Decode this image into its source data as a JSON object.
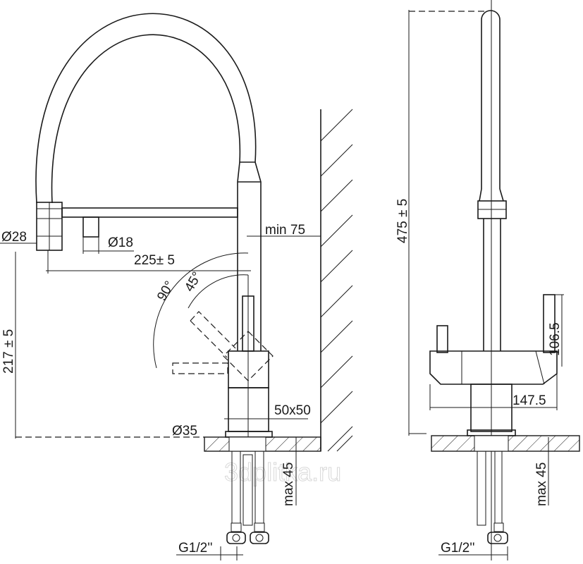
{
  "drawing": {
    "watermark": "3dplitka.ru",
    "side_view": {
      "dim_head_diameter": "Ø28",
      "dim_nozzle_diameter": "Ø18",
      "dim_reach": "225± 5",
      "dim_wall_clearance": "min 75",
      "dim_angle_90": "90°",
      "dim_angle_45": "45°",
      "dim_height": "217 ± 5",
      "dim_body_section": "50x50",
      "dim_base_diameter": "Ø35",
      "dim_counter_thickness": "max 45",
      "dim_connection": "G1/2''"
    },
    "front_view": {
      "dim_total_height": "475 ± 5",
      "dim_handle_height": "106.5",
      "dim_body_width": "147.5",
      "dim_counter_thickness": "max 45",
      "dim_connection": "G1/2''"
    }
  }
}
